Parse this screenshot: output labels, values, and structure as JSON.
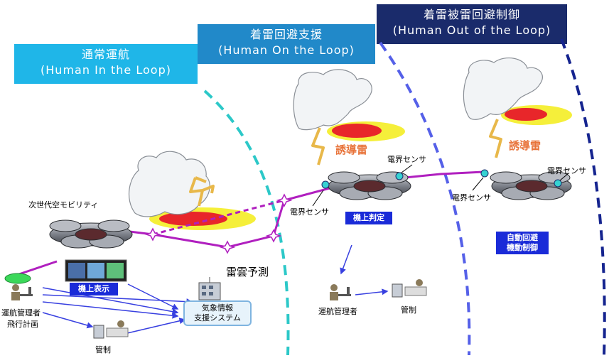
{
  "phases": [
    {
      "title": "通常運航",
      "subtitle": "(Human In the Loop)",
      "color": "#1fb6e8"
    },
    {
      "title": "着雷回避支援",
      "subtitle": "(Human On the Loop)",
      "color": "#2189c9"
    },
    {
      "title": "着雷被雷回避制御",
      "subtitle": "(Human Out of the Loop)",
      "color": "#1a2b6b"
    }
  ],
  "labels": {
    "next_gen_mobility": "次世代空モビリティ",
    "onboard_display": "機上表示",
    "operator_left": "運航管理者",
    "flight_plan": "飛行計画",
    "control_left": "管制",
    "weather_system_line1": "気象情報",
    "weather_system_line2": "支援システム",
    "thundercloud_forecast": "雷雲予測",
    "induced_lightning_1": "誘導雷",
    "induced_lightning_2": "誘導雷",
    "efield_sensor_1": "電界センサ",
    "efield_sensor_2": "電界センサ",
    "efield_sensor_3": "電界センサ",
    "efield_sensor_4": "電界センサ",
    "onboard_judgement": "機上判定",
    "auto_avoid_line1": "自動回避",
    "auto_avoid_line2": "機動制御",
    "operator_mid": "運航管理者",
    "control_mid": "管制"
  },
  "colors": {
    "flight_path": "#b01fbf",
    "boundary_1": "#2cc8c8",
    "boundary_2": "#5560e8",
    "boundary_3": "#15248f",
    "link_arrows": "#3840e0",
    "lightning": "#e8b84a",
    "danger_red": "#e8262a",
    "danger_yellow": "#f5ef3a"
  }
}
